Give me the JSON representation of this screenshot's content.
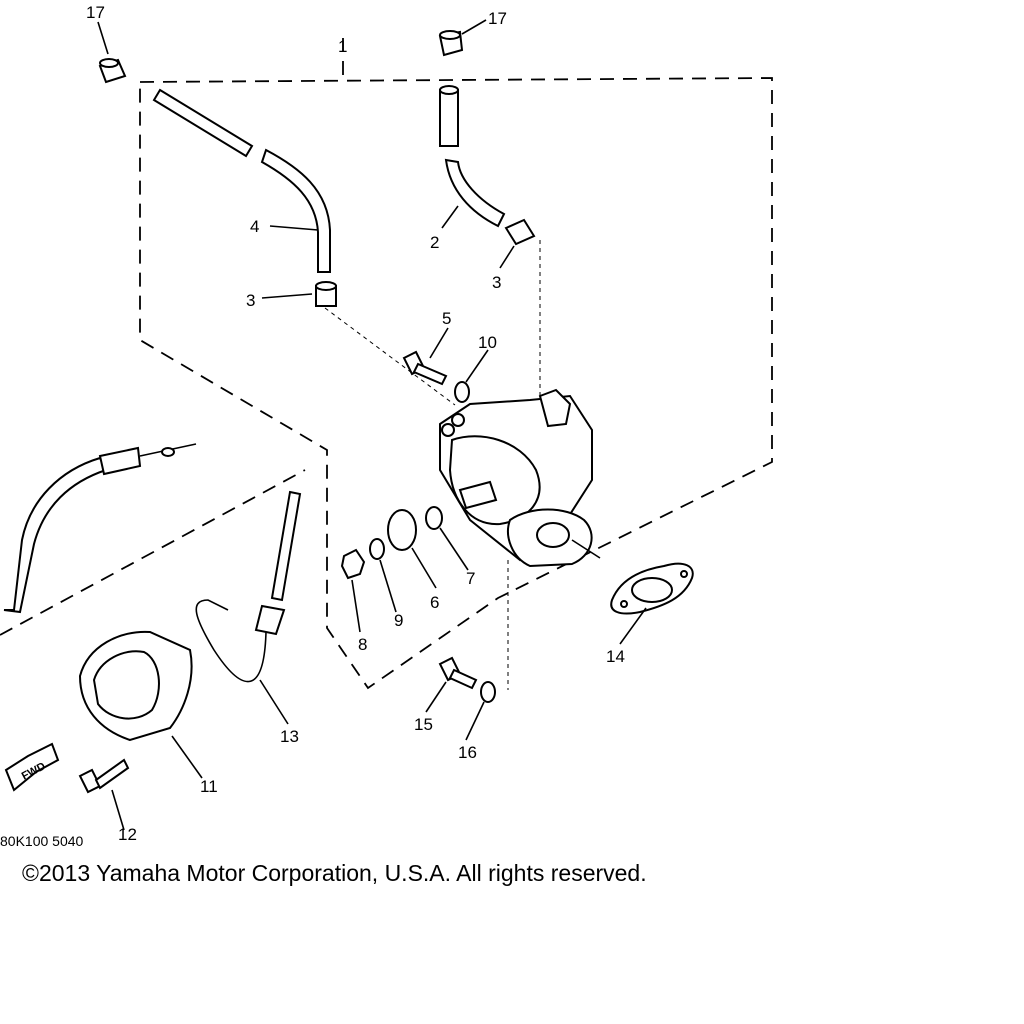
{
  "diagram": {
    "callouts": {
      "c1": "1",
      "c2": "2",
      "c3a": "3",
      "c3b": "3",
      "c4": "4",
      "c5": "5",
      "c6": "6",
      "c7": "7",
      "c8": "8",
      "c9": "9",
      "c10": "10",
      "c11": "11",
      "c12": "12",
      "c13": "13",
      "c14": "14",
      "c15": "15",
      "c16": "16",
      "c17a": "17",
      "c17b": "17"
    },
    "fwd_label": "FWD",
    "drawing_code": "80K100 5040"
  },
  "footer": {
    "copyright": "©2013 Yamaha Motor Corporation, U.S.A. All rights reserved."
  }
}
